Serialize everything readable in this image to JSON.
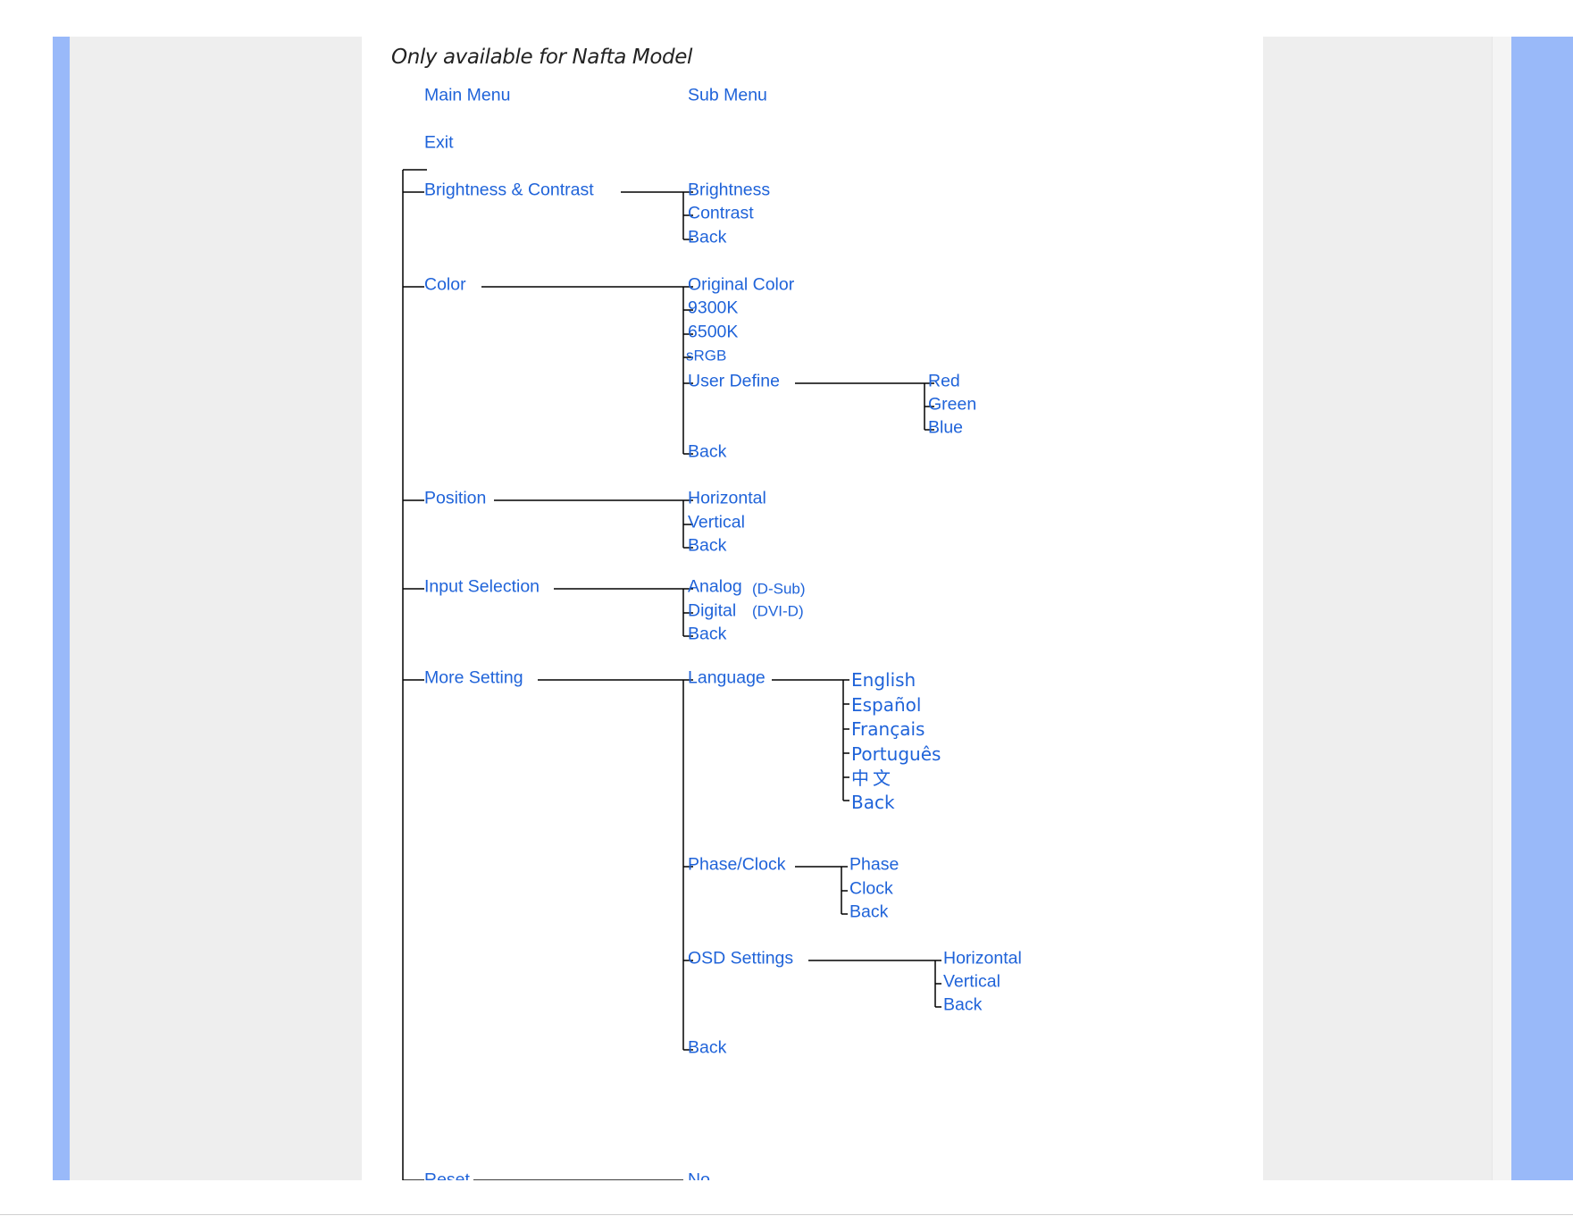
{
  "title": "Only available for Nafta Model",
  "headers": {
    "main": "Main Menu",
    "sub": "Sub Menu"
  },
  "exit": "Exit",
  "menu": {
    "brightness_contrast": {
      "label": "Brightness &  Contrast",
      "items": [
        "Brightness",
        "Contrast",
        "Back"
      ]
    },
    "color": {
      "label": "Color",
      "items": [
        "Original Color",
        "9300K",
        "6500K",
        "sRGB",
        "User Define",
        "Back"
      ],
      "user_define": [
        "Red",
        "Green",
        "Blue"
      ]
    },
    "position": {
      "label": "Position",
      "items": [
        "Horizontal",
        "Vertical",
        "Back"
      ]
    },
    "input_selection": {
      "label": "Input Selection",
      "items": [
        "Analog",
        "Digital",
        "Back"
      ],
      "notes": [
        "(D-Sub)",
        "(DVI-D)"
      ]
    },
    "more_setting": {
      "label": "More Setting",
      "items": [
        "Language",
        "Phase/Clock",
        "OSD Settings",
        "Back"
      ],
      "language": [
        "English",
        "Español",
        "Français",
        "Português",
        "中文",
        "Back"
      ],
      "phase_clock": [
        "Phase",
        "Clock",
        "Back"
      ],
      "osd_settings": [
        "Horizontal",
        "Vertical",
        "Back"
      ]
    },
    "reset": {
      "label": "Reset",
      "items": [
        "No"
      ]
    }
  }
}
